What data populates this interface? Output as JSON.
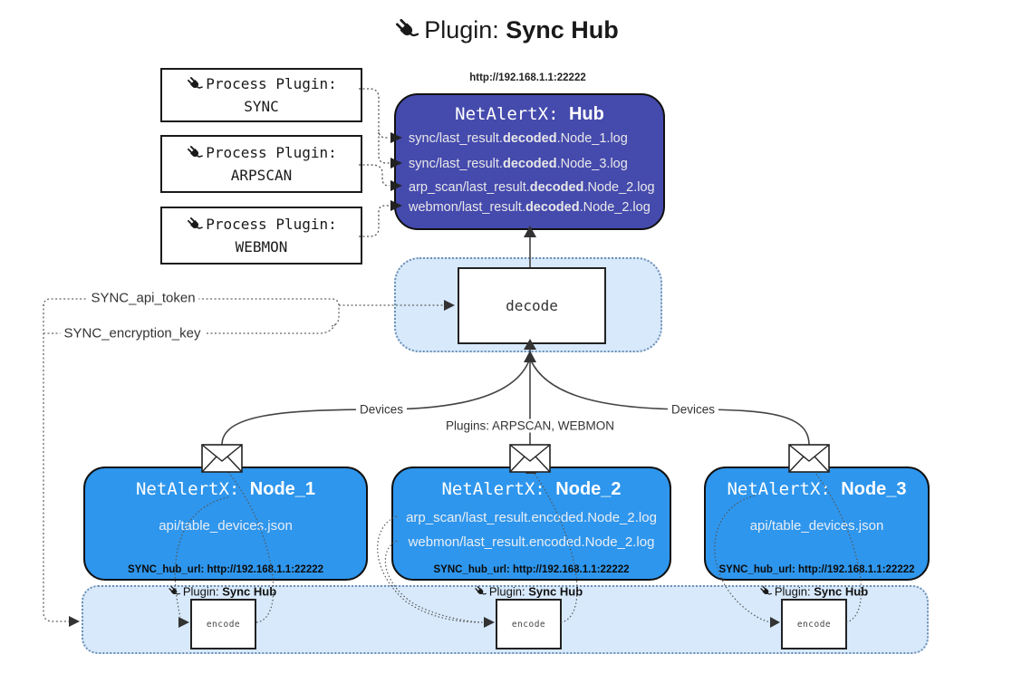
{
  "title": {
    "prefix": "Plugin:",
    "name": "Sync Hub"
  },
  "hub": {
    "url": "http://192.168.1.1:22222",
    "name_prefix": "NetAlertX:",
    "name": "Hub",
    "files": [
      {
        "pre": "sync/last_result.",
        "mid": "decoded",
        "post": ".Node_1.log"
      },
      {
        "pre": "sync/last_result.",
        "mid": "decoded",
        "post": ".Node_3.log"
      },
      {
        "pre": "arp_scan/last_result.",
        "mid": "decoded",
        "post": ".Node_2.log"
      },
      {
        "pre": "webmon/last_result.",
        "mid": "decoded",
        "post": ".Node_2.log"
      }
    ]
  },
  "process_plugins": [
    {
      "label": "Process Plugin:",
      "name": "SYNC"
    },
    {
      "label": "Process Plugin:",
      "name": "ARPSCAN"
    },
    {
      "label": "Process Plugin:",
      "name": "WEBMON"
    }
  ],
  "decode_box": {
    "label": "decode"
  },
  "keys": {
    "api_token": "SYNC_api_token",
    "encryption_key": "SYNC_encryption_key"
  },
  "edge_labels": {
    "devices_left": "Devices",
    "devices_right": "Devices",
    "plugins": "Plugins: ARPSCAN, WEBMON"
  },
  "nodes": [
    {
      "name_prefix": "NetAlertX:",
      "name": "Node_1",
      "files": [
        "api/table_devices.json"
      ],
      "hub_url": "SYNC_hub_url: http://192.168.1.1:22222"
    },
    {
      "name_prefix": "NetAlertX:",
      "name": "Node_2",
      "files": [
        "arp_scan/last_result.encoded.Node_2.log",
        "webmon/last_result.encoded.Node_2.log"
      ],
      "hub_url": "SYNC_hub_url: http://192.168.1.1:22222"
    },
    {
      "name_prefix": "NetAlertX:",
      "name": "Node_3",
      "files": [
        "api/table_devices.json"
      ],
      "hub_url": "SYNC_hub_url: http://192.168.1.1:22222"
    }
  ],
  "encoders": [
    {
      "plugin_prefix": "Plugin:",
      "plugin_name": "Sync Hub",
      "box": "encode"
    },
    {
      "plugin_prefix": "Plugin:",
      "plugin_name": "Sync Hub",
      "box": "encode"
    },
    {
      "plugin_prefix": "Plugin:",
      "plugin_name": "Sync Hub",
      "box": "encode"
    }
  ],
  "colors": {
    "hub_bg": "#454AAD",
    "node_bg": "#2E96ED",
    "container_bg": "#D7E9FB",
    "container_border": "#6E8FB3",
    "edge": "#444444"
  }
}
